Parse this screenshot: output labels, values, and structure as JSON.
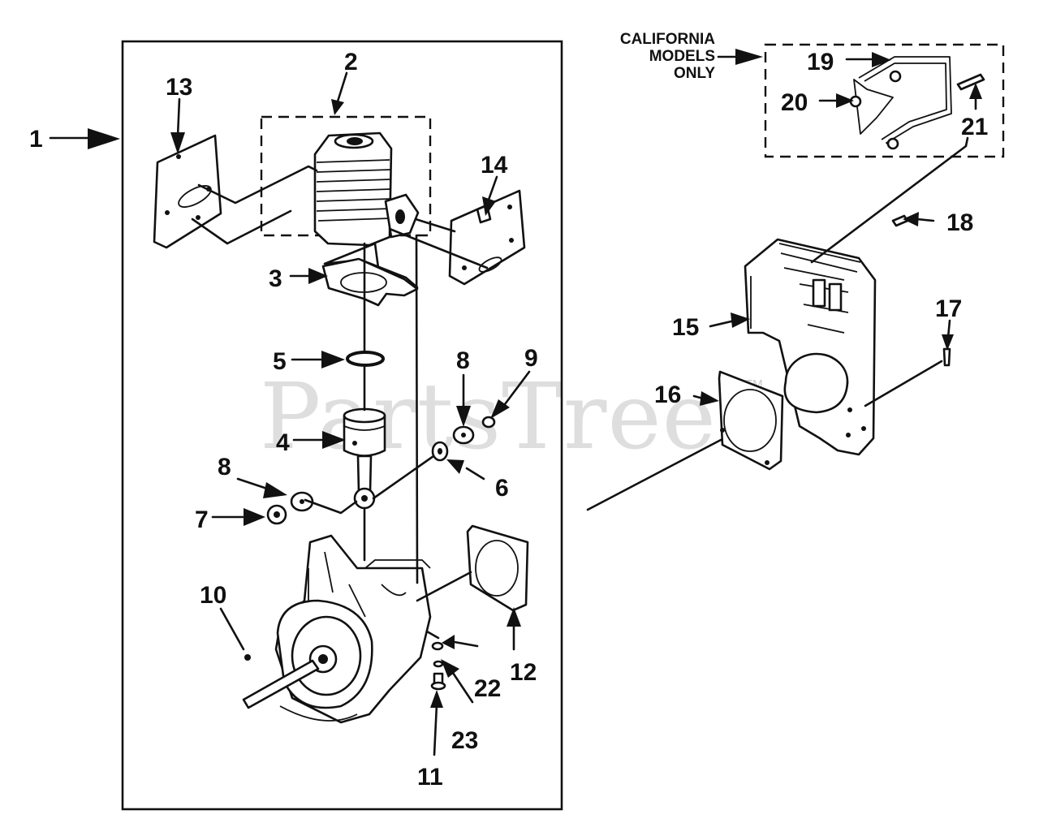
{
  "callouts": {
    "c1": "1",
    "c2": "2",
    "c3": "3",
    "c4": "4",
    "c5": "5",
    "c6": "6",
    "c7": "7",
    "c8a": "8",
    "c8b": "8",
    "c9": "9",
    "c10": "10",
    "c11": "11",
    "c12": "12",
    "c13": "13",
    "c14": "14",
    "c15": "15",
    "c16": "16",
    "c17": "17",
    "c18": "18",
    "c19": "19",
    "c20": "20",
    "c21": "21",
    "c22": "22",
    "c23": "23"
  },
  "note": {
    "line1": "CALIFORNIA",
    "line2": "MODELS",
    "line3": "ONLY"
  },
  "watermark": {
    "text": "PartsTree",
    "trademark": "TM"
  },
  "colors": {
    "ink": "#111111",
    "watermark": "#c9c9c9",
    "background": "#ffffff"
  }
}
